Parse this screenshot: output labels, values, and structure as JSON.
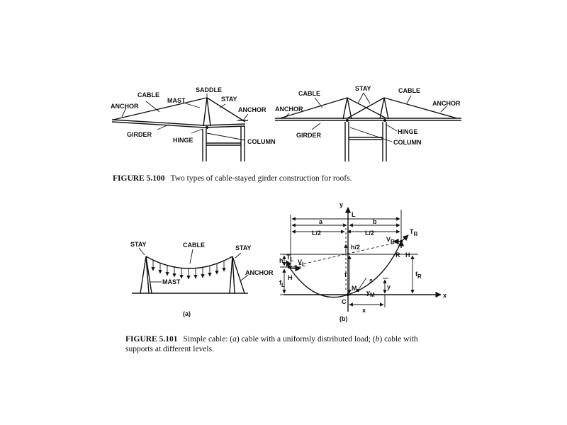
{
  "fig100": {
    "left": {
      "cable": "CABLE",
      "anchor": "ANCHOR",
      "mast": "MAST",
      "saddle": "SADDLE",
      "stay": "STAY",
      "anchor2": "ANCHOR",
      "girder": "GIRDER",
      "hinge": "HINGE",
      "column": "COLUMN"
    },
    "right": {
      "cable": "CABLE",
      "stay": "STAY",
      "cable2": "CABLE",
      "anchor_left": "ANCHOR",
      "anchor_right": "ANCHOR",
      "girder": "GIRDER",
      "hinge": "HINGE",
      "column": "COLUMN"
    },
    "caption_label": "FIGURE 5.100",
    "caption_text": "Two types of cable-stayed girder construction for roofs."
  },
  "fig101": {
    "a": {
      "stay_left": "STAY",
      "cable": "CABLE",
      "stay_right": "STAY",
      "mast": "MAST",
      "anchor": "ANCHOR",
      "sub": "(a)"
    },
    "b": {
      "y_axis": "y",
      "x_axis": "x",
      "L": "L",
      "a": "a",
      "b": "b",
      "half_left": "L/2",
      "half_right": "L/2",
      "h_half": "h/2",
      "h": "h",
      "TL": "T",
      "TL_sub": "L",
      "VL": "V",
      "VL_sub": "L",
      "H_left": "H",
      "fL": "f",
      "fL_sub": "L",
      "f": "f",
      "s": "s",
      "M": "M",
      "yM": "y",
      "yM_sub": "M",
      "y": "y",
      "C": "C",
      "x": "x",
      "VR": "V",
      "VR_sub": "R",
      "TR": "T",
      "TR_sub": "R",
      "R": "R",
      "H_right": "H",
      "fR": "f",
      "fR_sub": "R",
      "sub": "(b)"
    },
    "caption_label": "FIGURE 5.101",
    "caption_pre": "Simple cable: (",
    "caption_a": "a",
    "caption_mid": ") cable with a uniformly distributed load; (",
    "caption_b": "b",
    "caption_post": ") cable with",
    "caption_line2": "supports at different levels."
  }
}
